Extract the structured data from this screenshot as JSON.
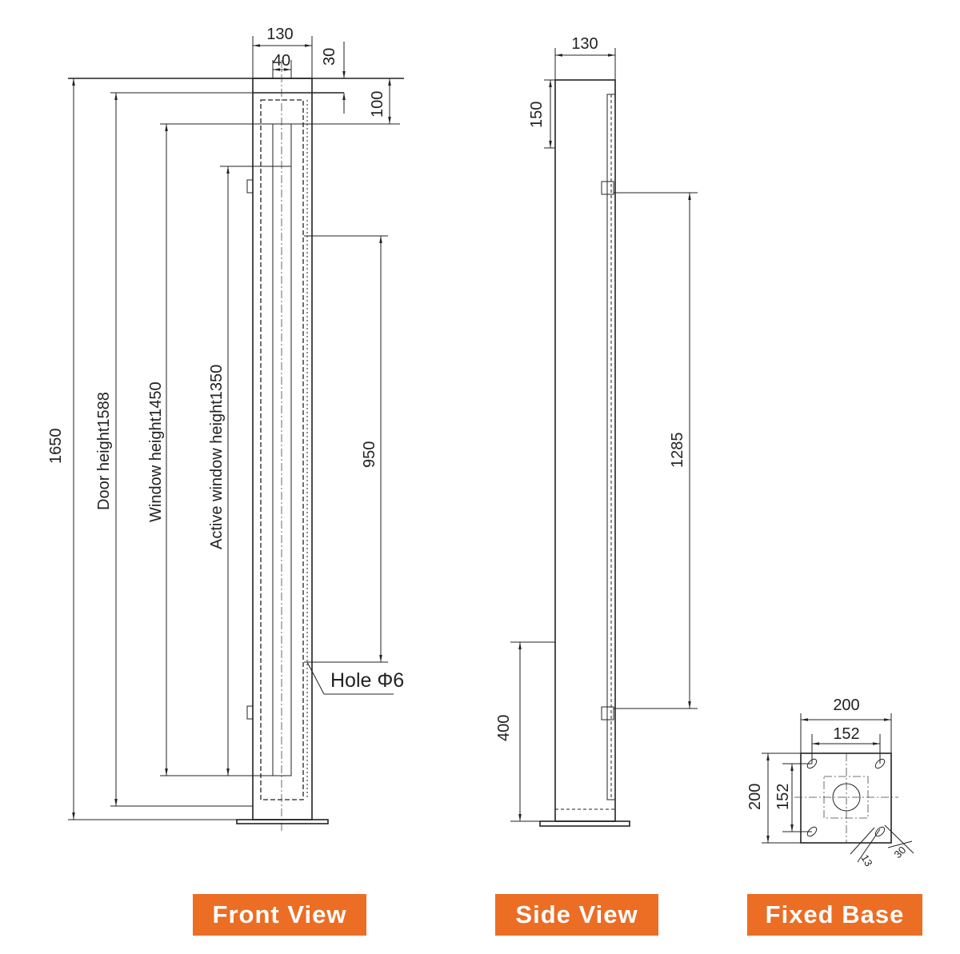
{
  "front_view": {
    "label": "Front View",
    "dims": {
      "width": "130",
      "window_width": "40",
      "top_offset": "30",
      "top_to_window": "100",
      "total_height": "1650",
      "door_height": "Door height1588",
      "window_height": "Window height1450",
      "active_window_height": "Active window height1350",
      "hole_spacing": "950",
      "hole": "Hole Φ6"
    }
  },
  "side_view": {
    "label": "Side View",
    "dims": {
      "width": "130",
      "top": "150",
      "hinge_spacing": "1285",
      "bottom": "400"
    }
  },
  "fixed_base": {
    "label": "Fixed Base",
    "dims": {
      "width": "200",
      "hole_spacing_x": "152",
      "height": "200",
      "hole_spacing_y": "152",
      "slot_width": "13",
      "slot_length": "30"
    }
  },
  "colors": {
    "label_bg": "#ec6d24",
    "line": "#222222"
  }
}
